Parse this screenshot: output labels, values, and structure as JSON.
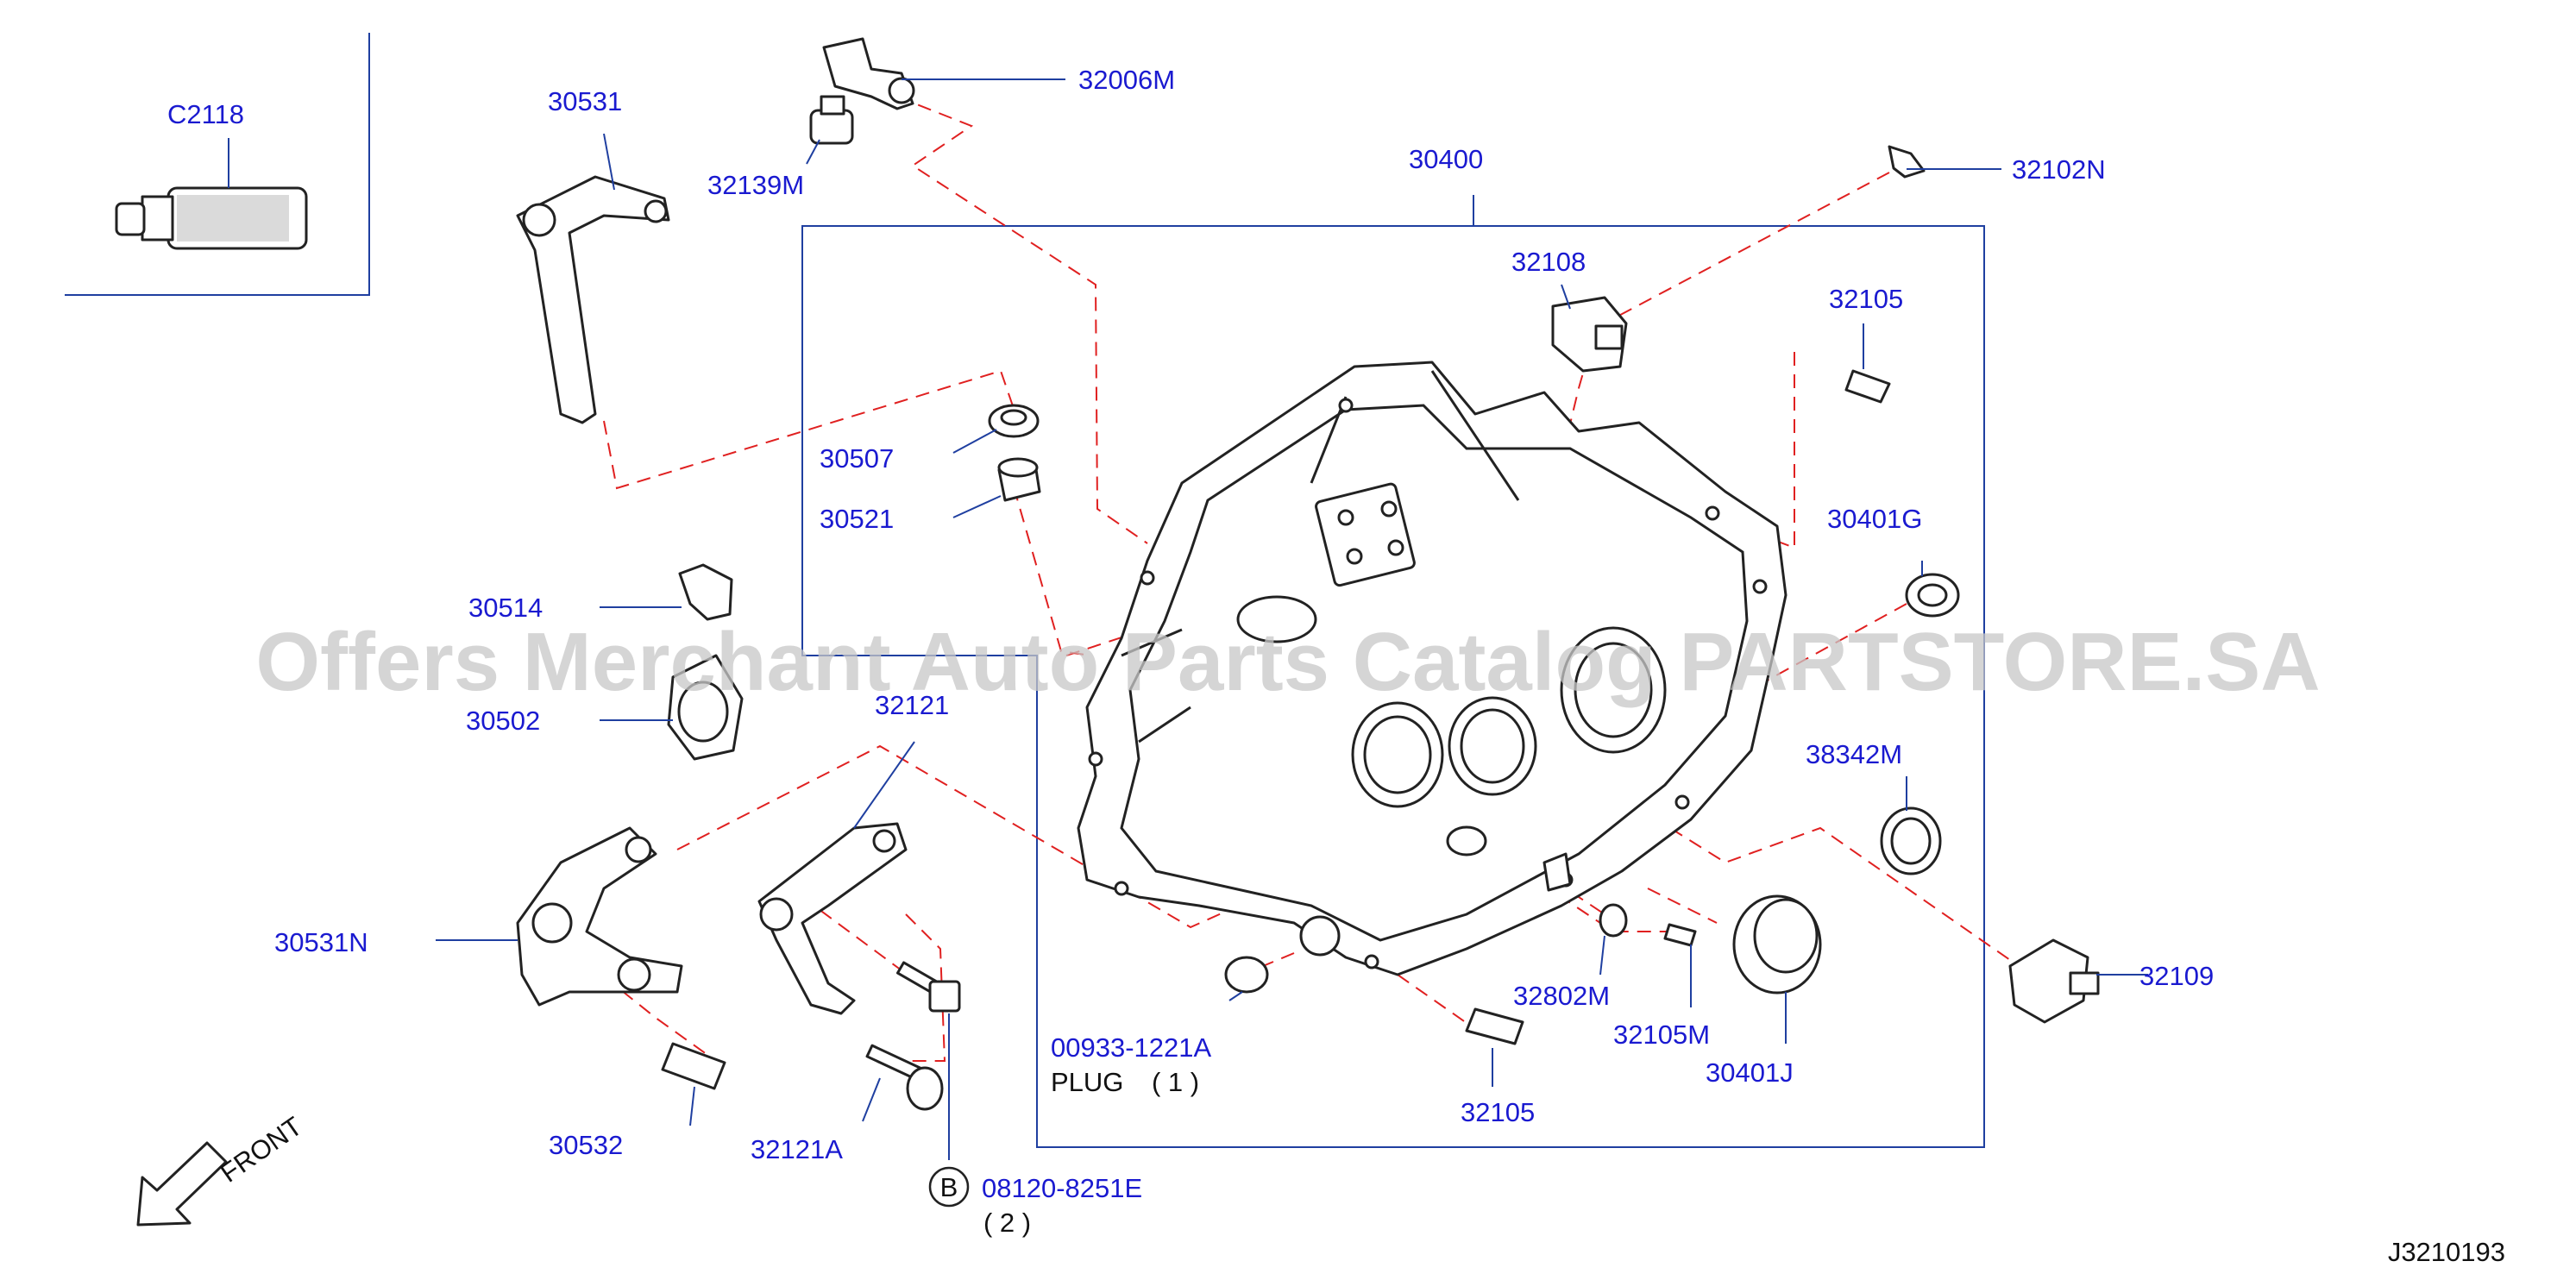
{
  "watermark": "Offers Merchant Auto Parts Catalog PARTSTORE.SA",
  "diagram_id": "J3210193",
  "front_label": "FRONT",
  "parts": {
    "c2118": "C2118",
    "p30531": "30531",
    "p32006m": "32006M",
    "p32139m": "32139M",
    "p30400": "30400",
    "p32102n": "32102N",
    "p32108": "32108",
    "p32105_top": "32105",
    "p30507": "30507",
    "p30521": "30521",
    "p30401g": "30401G",
    "p30514": "30514",
    "p30502": "30502",
    "p32121": "32121",
    "p38342m": "38342M",
    "p30531n": "30531N",
    "p32109": "32109",
    "p00933": "00933-1221A",
    "plug_label": "PLUG",
    "plug_qty": "( 1 )",
    "p32802m": "32802M",
    "p32105m": "32105M",
    "p30401j": "30401J",
    "p30532": "30532",
    "p32121a": "32121A",
    "p32105_bottom": "32105",
    "p08120": "08120-8251E",
    "p08120_qty": "( 2 )",
    "bolt_marker": "B"
  }
}
